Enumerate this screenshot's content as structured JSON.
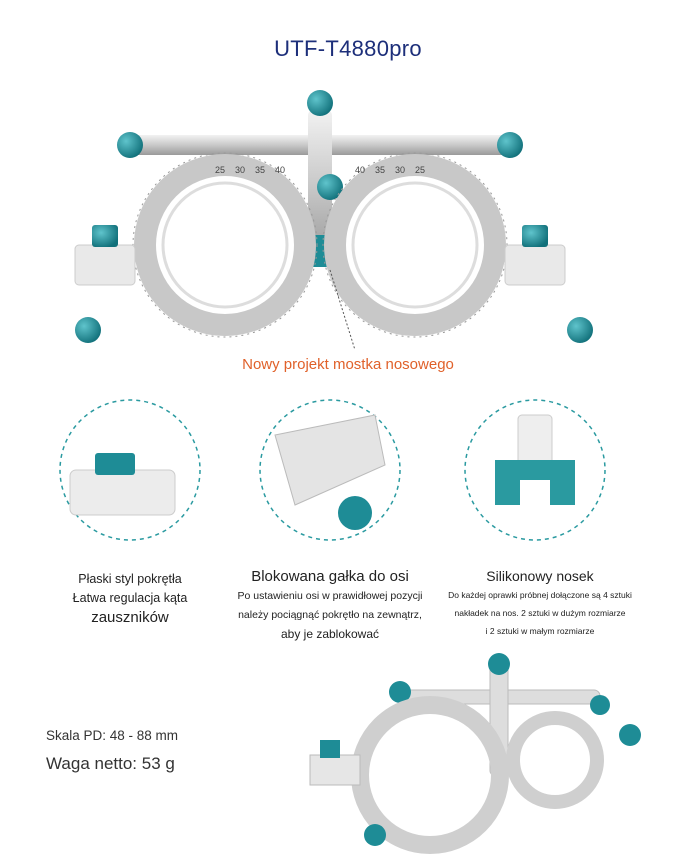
{
  "title": "UTF-T4880pro",
  "caption": "Nowy projekt mostka nosowego",
  "features": [
    {
      "lines": [
        "Płaski styl pokrętła",
        "Łatwa regulacja kąta"
      ],
      "emph": "zauszników"
    },
    {
      "heading": "Blokowana gałka do osi",
      "lines": [
        "Po ustawieniu osi w prawidłowej pozycji",
        "należy pociągnąć pokrętło na zewnątrz,",
        "aby je zablokować"
      ]
    },
    {
      "heading": "Silikonowy nosek",
      "lines": [
        "Do każdej oprawki próbnej dołączone są 4 sztuki",
        "nakładek na nos. 2 sztuki w dużym rozmiarze",
        "i 2 sztuki w małym rozmiarze"
      ]
    }
  ],
  "specs": {
    "pd": "Skala PD: 48 - 88 mm",
    "weight": "Waga netto: 53 g"
  },
  "scale_labels": [
    "25",
    "30",
    "35",
    "40"
  ],
  "colors": {
    "title": "#1d2f7a",
    "accent": "#e0612a",
    "teal": "#1e8c96"
  }
}
